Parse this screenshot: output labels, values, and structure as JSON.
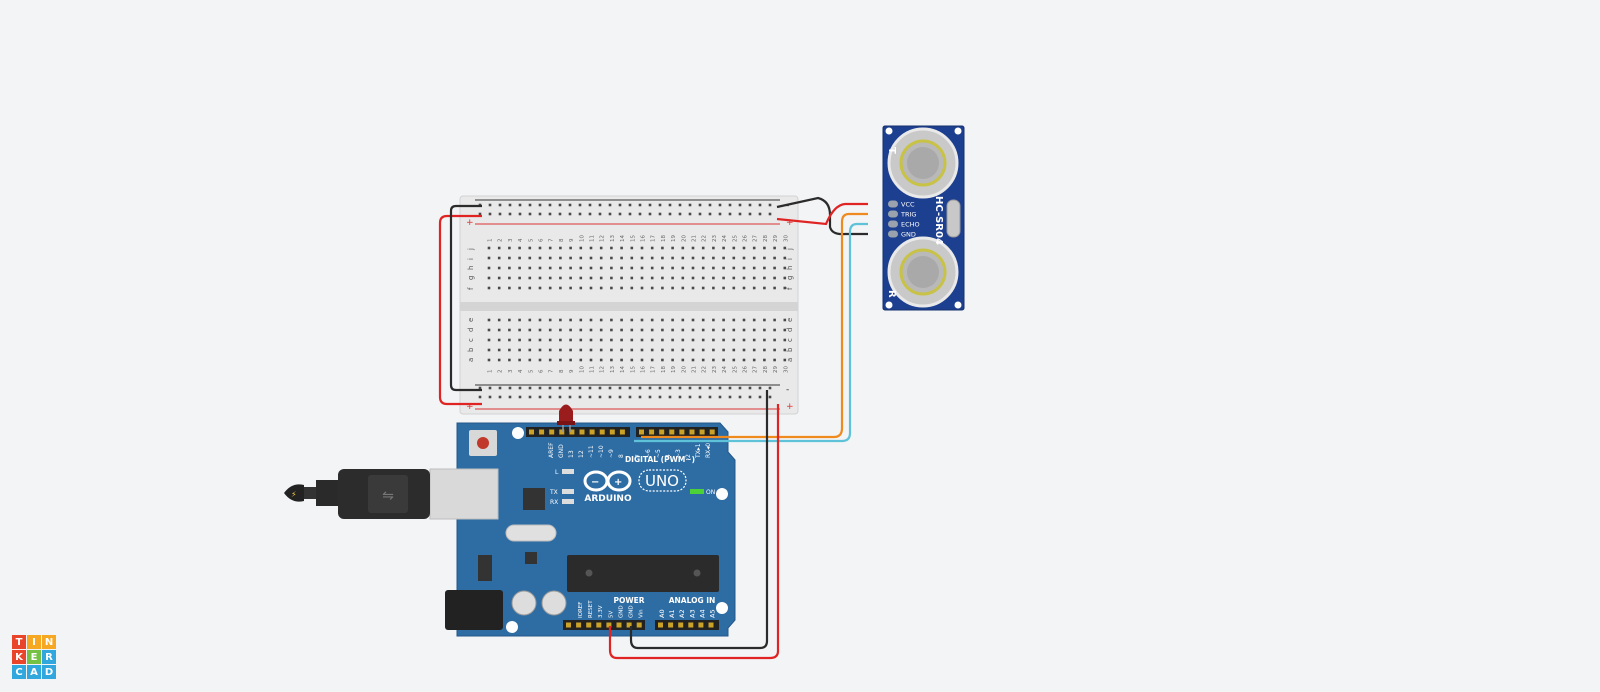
{
  "app": {
    "name": "Tinkercad"
  },
  "logo": {
    "letters": [
      "T",
      "I",
      "N",
      "K",
      "E",
      "R",
      "C",
      "A",
      "D"
    ],
    "colors": [
      "#e9452b",
      "#f7a823",
      "#f7a823",
      "#e9452b",
      "#74c144",
      "#30a7dd",
      "#30a7dd",
      "#30a7dd",
      "#30a7dd"
    ]
  },
  "breadboard": {
    "columns_top": [
      "1",
      "2",
      "3",
      "4",
      "5",
      "6",
      "7",
      "8",
      "9",
      "10",
      "11",
      "12",
      "13",
      "14",
      "15",
      "16",
      "17",
      "18",
      "19",
      "20",
      "21",
      "22",
      "23",
      "24",
      "25",
      "26",
      "27",
      "28",
      "29",
      "30"
    ],
    "rows_upper": [
      "j",
      "i",
      "h",
      "g",
      "f"
    ],
    "rows_lower": [
      "e",
      "d",
      "c",
      "b",
      "a"
    ],
    "rail_plus": "+",
    "rail_minus": "-"
  },
  "sensor": {
    "model": "HC-SR04",
    "pins": [
      "VCC",
      "TRIG",
      "ECHO",
      "GND"
    ],
    "marks": [
      "T",
      "R"
    ]
  },
  "arduino": {
    "brand": "ARDUINO",
    "model": "UNO",
    "digital_label": "DIGITAL (PWM~)",
    "power_label": "POWER",
    "analog_label": "ANALOG IN",
    "on_label": "ON",
    "led_labels": [
      "L",
      "TX",
      "RX"
    ],
    "digital_pins": [
      "AREF",
      "GND",
      "13",
      "12",
      "~11",
      "~10",
      "~9",
      "8",
      "7",
      "~6",
      "~5",
      "4",
      "~3",
      "2",
      "TX▸1",
      "RX◂0"
    ],
    "power_pins": [
      "IOREF",
      "RESET",
      "3.3V",
      "5V",
      "GND",
      "GND",
      "Vin"
    ],
    "analog_pins": [
      "A0",
      "A1",
      "A2",
      "A3",
      "A4",
      "A5"
    ]
  },
  "colors": {
    "board": "#2e6da4",
    "wire_red": "#e02424",
    "wire_black": "#2b2b2b",
    "wire_orange": "#ef8a1e",
    "wire_cyan": "#5ec3d8",
    "led": "#9b1c1c"
  }
}
